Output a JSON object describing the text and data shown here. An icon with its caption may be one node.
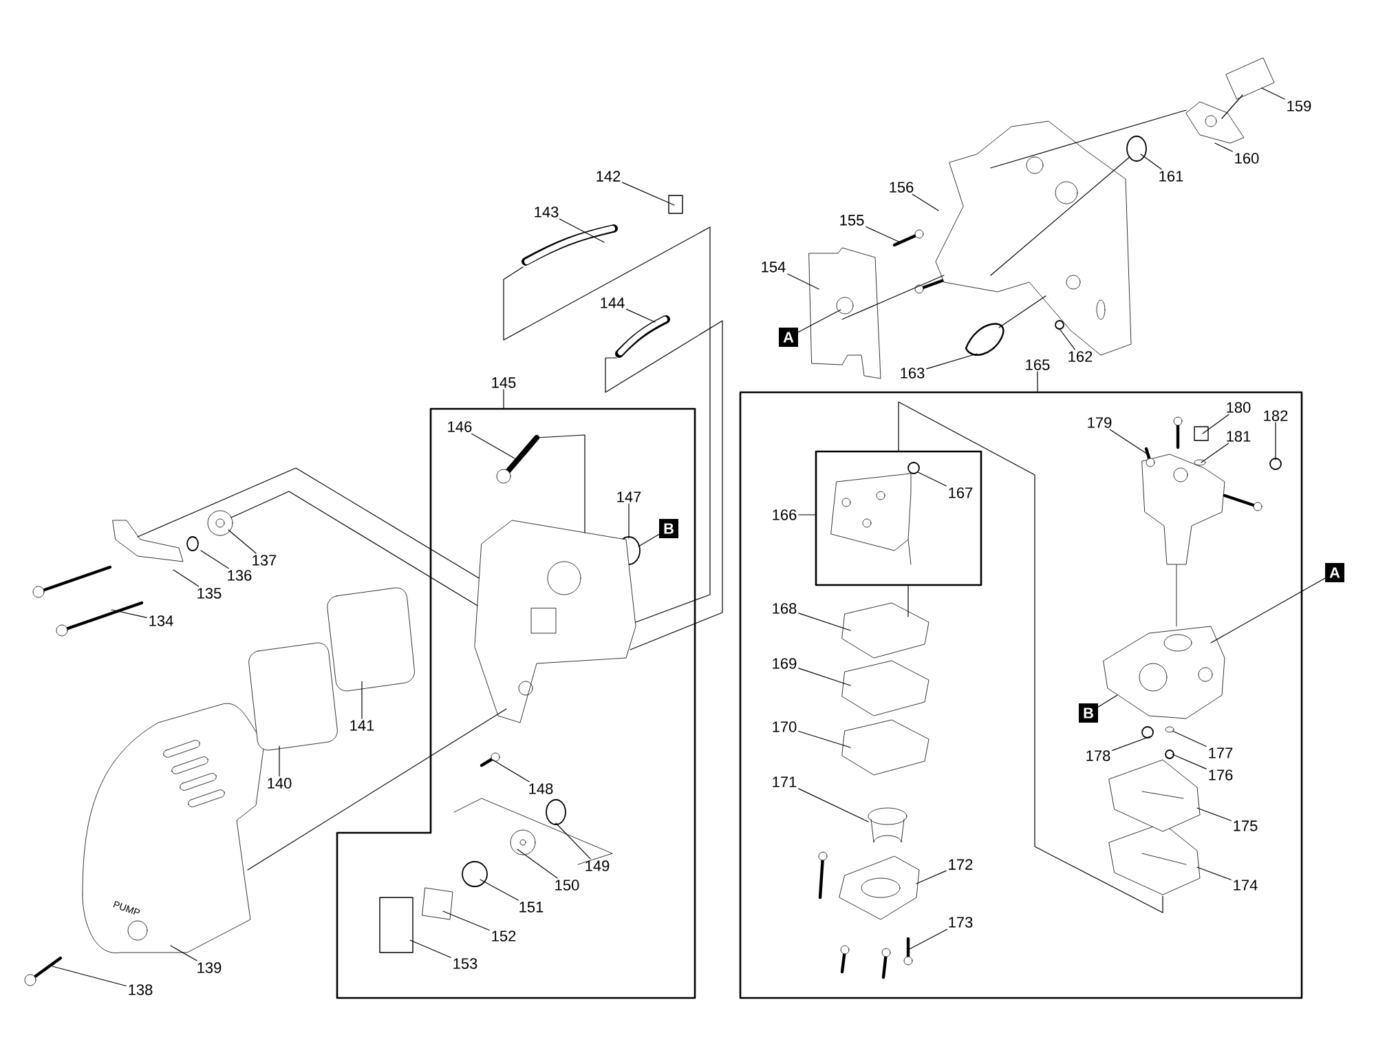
{
  "diagram": {
    "nodes": [
      {
        "text": [
          "134"
        ]
      },
      {
        "text": [
          "135"
        ]
      },
      {
        "text": [
          "136"
        ]
      },
      {
        "text": [
          "137"
        ]
      },
      {
        "text": [
          "138"
        ]
      },
      {
        "text": [
          "139"
        ]
      },
      {
        "text": [
          "140"
        ]
      },
      {
        "text": [
          "141"
        ]
      },
      {
        "text": [
          "142"
        ]
      },
      {
        "text": [
          "143"
        ]
      },
      {
        "text": [
          "144"
        ]
      },
      {
        "text": [
          "145"
        ]
      },
      {
        "text": [],
        "shape": "box"
      },
      {
        "text": [
          "146"
        ],
        "in": 12
      },
      {
        "text": [
          "147"
        ],
        "in": 12
      },
      {
        "text": [
          "B"
        ],
        "in": 12
      },
      {
        "text": [
          "148"
        ],
        "in": 12
      },
      {
        "text": [
          "149"
        ],
        "in": 12
      },
      {
        "text": [
          "150"
        ],
        "in": 12
      },
      {
        "text": [
          "151"
        ],
        "in": 12
      },
      {
        "text": [
          "152"
        ],
        "in": 12
      },
      {
        "text": [
          "153"
        ],
        "in": 12
      },
      {
        "text": [
          "154"
        ]
      },
      {
        "text": [
          "A"
        ]
      },
      {
        "text": [
          "155"
        ]
      },
      {
        "text": [
          "156"
        ]
      },
      {
        "text": [
          "159"
        ]
      },
      {
        "text": [
          "160"
        ]
      },
      {
        "text": [
          "161"
        ]
      },
      {
        "text": [
          "162"
        ]
      },
      {
        "text": [
          "163"
        ]
      },
      {
        "text": [
          "165"
        ]
      },
      {
        "text": [],
        "shape": "box"
      },
      {
        "text": [
          "166"
        ],
        "in": 32
      },
      {
        "text": [],
        "shape": "box",
        "in": 32
      },
      {
        "text": [
          "167"
        ],
        "in": 34
      },
      {
        "text": [
          "168"
        ],
        "in": 32
      },
      {
        "text": [
          "169"
        ],
        "in": 32
      },
      {
        "text": [
          "170"
        ],
        "in": 32
      },
      {
        "text": [
          "171"
        ],
        "in": 32
      },
      {
        "text": [
          "172"
        ],
        "in": 32
      },
      {
        "text": [
          "173"
        ],
        "in": 32
      },
      {
        "text": [
          "174"
        ],
        "in": 32
      },
      {
        "text": [
          "175"
        ],
        "in": 32
      },
      {
        "text": [
          "176"
        ],
        "in": 32
      },
      {
        "text": [
          "177"
        ],
        "in": 32
      },
      {
        "text": [
          "178"
        ],
        "in": 32
      },
      {
        "text": [
          "179"
        ],
        "in": 32
      },
      {
        "text": [
          "180"
        ],
        "in": 32
      },
      {
        "text": [
          "181"
        ],
        "in": 32
      },
      {
        "text": [
          "182"
        ],
        "in": 32
      },
      {
        "text": [
          "A"
        ]
      },
      {
        "text": [
          "B"
        ],
        "in": 32
      },
      {
        "text": [],
        "shape": "picture"
      },
      {
        "text": [],
        "shape": "picture"
      },
      {
        "text": [],
        "shape": "circle"
      },
      {
        "text": [],
        "shape": "picture"
      },
      {
        "text": [],
        "shape": "picture"
      },
      {
        "text": [],
        "shape": "picture"
      },
      {
        "text": [],
        "shape": "picture"
      },
      {
        "text": [],
        "shape": "picture"
      },
      {
        "text": [],
        "shape": "box"
      },
      {
        "text": [],
        "shape": "picture"
      },
      {
        "text": [],
        "shape": "picture"
      },
      {
        "text": [],
        "shape": "picture",
        "in": 12
      },
      {
        "text": [],
        "shape": "circle",
        "in": 12
      },
      {
        "text": [],
        "shape": "picture",
        "in": 12
      },
      {
        "text": [],
        "shape": "circle",
        "in": 12
      },
      {
        "text": [],
        "shape": "picture",
        "in": 12
      },
      {
        "text": [],
        "shape": "circle",
        "in": 12
      },
      {
        "text": [],
        "shape": "picture",
        "in": 12
      },
      {
        "text": [],
        "shape": "box",
        "in": 12
      },
      {
        "text": [],
        "shape": "picture"
      },
      {
        "text": [],
        "shape": "picture"
      },
      {
        "text": [],
        "shape": "picture"
      },
      {
        "text": [],
        "shape": "picture"
      },
      {
        "text": [],
        "shape": "picture"
      },
      {
        "text": [],
        "shape": "circle"
      },
      {
        "text": [],
        "shape": "circle"
      },
      {
        "text": [],
        "shape": "picture"
      },
      {
        "text": [],
        "shape": "circle",
        "in": 34
      },
      {
        "text": [],
        "shape": "picture",
        "in": 32
      },
      {
        "text": [],
        "shape": "picture",
        "in": 32
      },
      {
        "text": [],
        "shape": "picture",
        "in": 32
      },
      {
        "text": [],
        "shape": "picture",
        "in": 32
      },
      {
        "text": [],
        "shape": "picture",
        "in": 32
      },
      {
        "text": [],
        "shape": "picture",
        "in": 32
      },
      {
        "text": [],
        "shape": "picture",
        "in": 32
      },
      {
        "text": [],
        "shape": "picture",
        "in": 32
      },
      {
        "text": [],
        "shape": "circle",
        "in": 32
      },
      {
        "text": [],
        "shape": "picture",
        "in": 32
      },
      {
        "text": [],
        "shape": "circle",
        "in": 32
      },
      {
        "text": [],
        "shape": "picture",
        "in": 32
      },
      {
        "text": [],
        "shape": "box",
        "in": 32
      },
      {
        "text": [],
        "shape": "picture",
        "in": 32
      },
      {
        "text": [],
        "shape": "circle",
        "in": 32
      },
      {
        "text": [],
        "shape": "picture",
        "in": 32
      },
      {
        "text": [],
        "shape": "picture",
        "in": 12
      },
      {
        "text": [],
        "shape": "picture",
        "in": 34
      }
    ],
    "edges": [
      {
        "from": 0,
        "to": 53,
        "arrow": "none"
      },
      {
        "from": 1,
        "to": 54,
        "arrow": "none"
      },
      {
        "from": 2,
        "to": 55,
        "arrow": "none"
      },
      {
        "from": 3,
        "to": 56,
        "arrow": "none"
      },
      {
        "from": 4,
        "to": 57,
        "arrow": "none"
      },
      {
        "from": 5,
        "to": 58,
        "arrow": "none"
      },
      {
        "from": 6,
        "to": 59,
        "arrow": "none"
      },
      {
        "from": 7,
        "to": 60,
        "arrow": "none"
      },
      {
        "from": 8,
        "to": 61,
        "arrow": "none"
      },
      {
        "from": 9,
        "to": 62,
        "arrow": "none"
      },
      {
        "from": 10,
        "to": 63,
        "arrow": "none"
      },
      {
        "from": 11,
        "to": 12,
        "arrow": "none"
      },
      {
        "from": 13,
        "to": 64,
        "arrow": "none"
      },
      {
        "from": 14,
        "to": 65,
        "arrow": "none"
      },
      {
        "from": 15,
        "to": 65,
        "arrow": "none"
      },
      {
        "from": 16,
        "to": 66,
        "arrow": "none"
      },
      {
        "from": 17,
        "to": 67,
        "arrow": "none"
      },
      {
        "from": 18,
        "to": 68,
        "arrow": "none"
      },
      {
        "from": 19,
        "to": 69,
        "arrow": "none"
      },
      {
        "from": 20,
        "to": 70,
        "arrow": "none"
      },
      {
        "from": 21,
        "to": 71,
        "arrow": "none"
      },
      {
        "from": 22,
        "to": 72,
        "arrow": "none"
      },
      {
        "from": 23,
        "to": 72,
        "arrow": "none"
      },
      {
        "from": 24,
        "to": 73,
        "arrow": "none"
      },
      {
        "from": 25,
        "to": 74,
        "arrow": "none"
      },
      {
        "from": 26,
        "to": 75,
        "arrow": "none"
      },
      {
        "from": 27,
        "to": 76,
        "arrow": "none"
      },
      {
        "from": 28,
        "to": 77,
        "arrow": "none"
      },
      {
        "from": 29,
        "to": 78,
        "arrow": "none"
      },
      {
        "from": 30,
        "to": 79,
        "arrow": "none"
      },
      {
        "from": 31,
        "to": 32,
        "arrow": "none"
      },
      {
        "from": 33,
        "to": 34,
        "arrow": "none"
      },
      {
        "from": 35,
        "to": 80,
        "arrow": "none"
      },
      {
        "from": 36,
        "to": 81,
        "arrow": "none"
      },
      {
        "from": 37,
        "to": 82,
        "arrow": "none"
      },
      {
        "from": 38,
        "to": 83,
        "arrow": "none"
      },
      {
        "from": 39,
        "to": 84,
        "arrow": "none"
      },
      {
        "from": 40,
        "to": 85,
        "arrow": "none"
      },
      {
        "from": 41,
        "to": 86,
        "arrow": "none"
      },
      {
        "from": 42,
        "to": 87,
        "arrow": "none"
      },
      {
        "from": 43,
        "to": 88,
        "arrow": "none"
      },
      {
        "from": 44,
        "to": 89,
        "arrow": "none"
      },
      {
        "from": 45,
        "to": 90,
        "arrow": "none"
      },
      {
        "from": 46,
        "to": 91,
        "arrow": "none"
      },
      {
        "from": 47,
        "to": 92,
        "arrow": "none"
      },
      {
        "from": 48,
        "to": 93,
        "arrow": "none"
      },
      {
        "from": 49,
        "to": 94,
        "arrow": "none"
      },
      {
        "from": 50,
        "to": 95,
        "arrow": "none"
      },
      {
        "from": 51,
        "to": 96,
        "arrow": "none"
      },
      {
        "from": 52,
        "to": 96,
        "arrow": "none"
      },
      {
        "from": 34,
        "to": 87,
        "arrow": "none"
      },
      {
        "from": 34,
        "to": 81,
        "arrow": "none"
      },
      {
        "from": 76,
        "to": 75,
        "arrow": "none"
      },
      {
        "from": 74,
        "to": 76,
        "arrow": "none"
      },
      {
        "from": 74,
        "to": 77,
        "arrow": "none"
      },
      {
        "from": 72,
        "to": 74,
        "arrow": "none"
      },
      {
        "from": 74,
        "to": 79,
        "arrow": "none"
      },
      {
        "from": 54,
        "to": 97,
        "arrow": "none"
      },
      {
        "from": 56,
        "to": 97,
        "arrow": "none"
      },
      {
        "from": 58,
        "to": 97,
        "arrow": "none"
      },
      {
        "from": 62,
        "to": 97,
        "arrow": "none"
      },
      {
        "from": 63,
        "to": 97,
        "arrow": "none"
      },
      {
        "from": 64,
        "to": 97,
        "arrow": "none"
      }
    ],
    "labels": [
      "PUMP"
    ]
  }
}
